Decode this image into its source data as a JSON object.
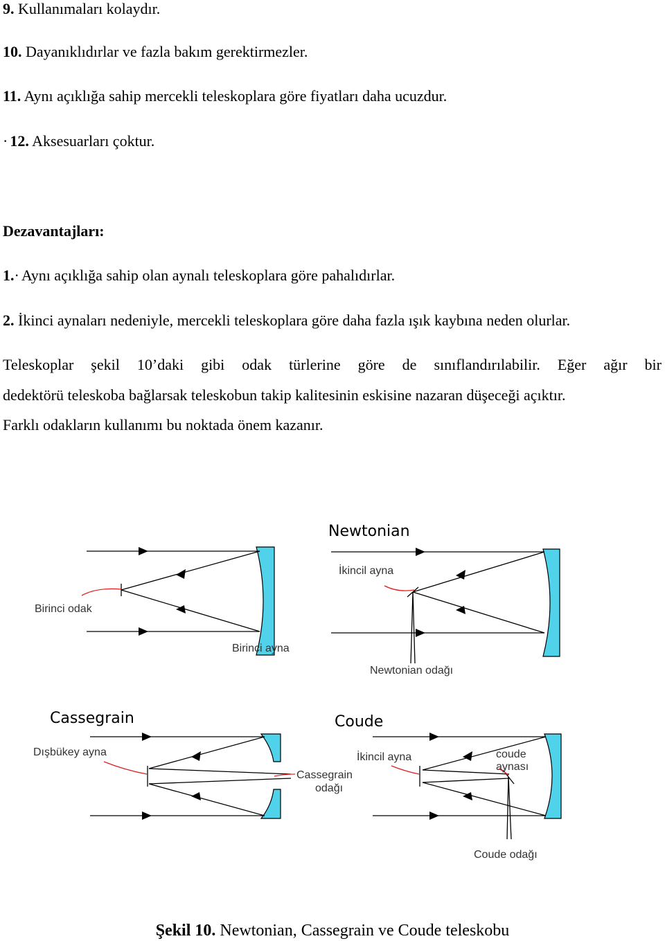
{
  "list_items": [
    {
      "num": "9.",
      "text": "Kullanımaları kolaydır."
    },
    {
      "num": "10.",
      "text": "Dayanıklıdırlar ve fazla bakım gerektirmezler."
    },
    {
      "num": "11.",
      "text": "Aynı açıklığa sahip mercekli teleskoplara göre fiyatları daha ucuzdur."
    },
    {
      "num": "12.",
      "text": "Aksesuarları çoktur."
    }
  ],
  "disadvantages": {
    "heading": "Dezavantajları:",
    "items": [
      {
        "num": "1.",
        "text": "Aynı açıklığa sahip olan aynalı teleskoplara göre pahalıdırlar."
      },
      {
        "num": "2.",
        "text": "İkinci aynaları nedeniyle, mercekli teleskoplara göre daha fazla ışık kaybına neden olurlar."
      }
    ]
  },
  "paragraph": {
    "line1": "Teleskoplar şekil 10’daki gibi odak türlerine göre de sınıflandırılabilir. Eğer ağır bir",
    "line2": "dedektörü teleskoba bağlarsak teleskobun takip kalitesinin eskisine nazaran düşeceği açıktır.",
    "line3": "Farklı odakların kullanımı bu noktada önem kazanır."
  },
  "figure": {
    "primary": {
      "label_focus": "Birinci odak",
      "label_mirror": "Birinci ayna"
    },
    "newtonian": {
      "title": "Newtonian",
      "label_secondary": "İkincil ayna",
      "label_focus": "Newtonian odağı"
    },
    "cassegrain": {
      "title": "Cassegrain",
      "label_secondary": "Dışbükey ayna",
      "label_focus_1": "Cassegrain",
      "label_focus_2": "odağı"
    },
    "coude": {
      "title": "Coude",
      "label_secondary": "İkincil ayna",
      "label_mirror_1": "coude",
      "label_mirror_2": "aynası",
      "label_focus": "Coude odağı"
    },
    "colors": {
      "mirror": "#4fd2ea",
      "pointer": "#e02020",
      "ray": "#000000"
    }
  },
  "caption": {
    "label": "Şekil 10.",
    "text": "Newtonian, Cassegrain ve Coude teleskobu"
  }
}
